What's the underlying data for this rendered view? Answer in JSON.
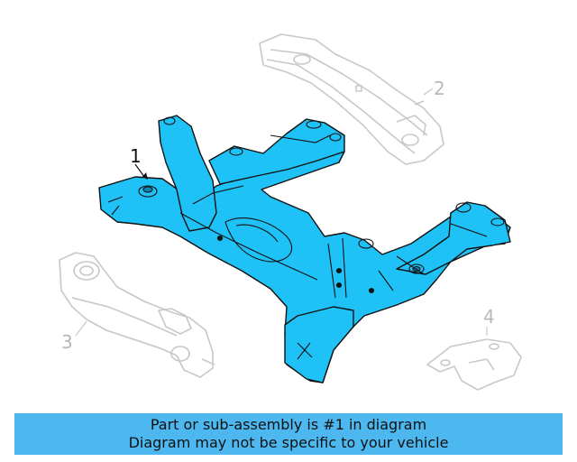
{
  "callouts": {
    "c1": "1",
    "c2": "2",
    "c3": "3",
    "c4": "4"
  },
  "caption": {
    "line1": "Part or sub-assembly is #1 in diagram",
    "line2": "Diagram may not be specific to your vehicle"
  },
  "colors": {
    "highlight": "#1ec2f6",
    "outline": "#111111",
    "ghost": "#c8c8c8",
    "caption_bg": "#4db8f0"
  }
}
